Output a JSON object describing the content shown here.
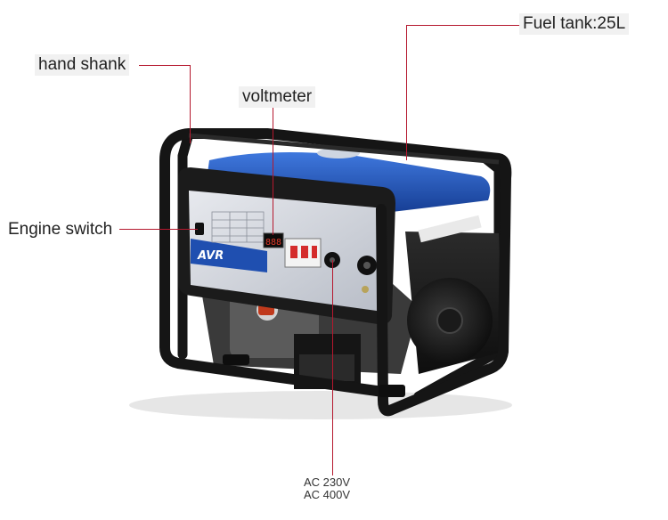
{
  "image": {
    "subject": "generator-photo",
    "colors": {
      "accent_line": "#b5182e",
      "body_blue": "#1f4fb0",
      "frame_black": "#151515",
      "panel_silver": "#cfd3da"
    }
  },
  "panel": {
    "brand_badge": "AVR",
    "voltage_display": "888"
  },
  "callouts": {
    "fuel_tank": "Fuel tank:25L",
    "hand_shank": "hand shank",
    "voltmeter": "voltmeter",
    "engine_switch": "Engine switch",
    "ac_230": "AC 230V",
    "ac_400": "AC 400V"
  }
}
